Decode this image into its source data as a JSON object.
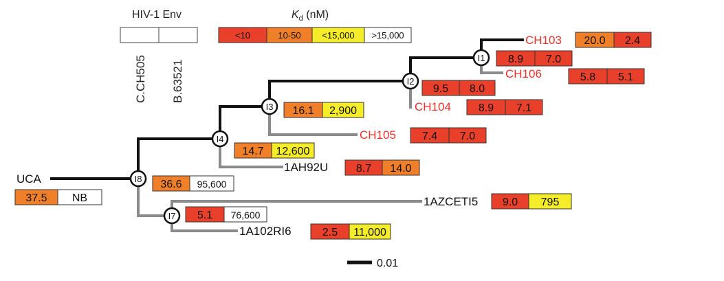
{
  "header": {
    "env_title": "HIV-1 Env",
    "env_labels": [
      "C.CH505",
      "B.63521"
    ],
    "kd_title_main": "K",
    "kd_title_sub": "d",
    "kd_title_unit": " (nM)"
  },
  "legend": [
    {
      "label": "<10",
      "color": "#e8402a"
    },
    {
      "label": "10-50",
      "color": "#f07f2a"
    },
    {
      "label": "<15,000",
      "color": "#f5ec2a"
    },
    {
      "label": ">15,000",
      "color": "#ffffff"
    }
  ],
  "nodes": {
    "I1": "I1",
    "I2": "I2",
    "I3": "I3",
    "I4": "I4",
    "I7": "I7",
    "I8": "I8"
  },
  "leaves": {
    "uca": "UCA",
    "ch103": "CH103",
    "ch106": "CH106",
    "ch104": "CH104",
    "ch105": "CH105",
    "ah92u": "1AH92U",
    "azceti5": "1AZCETI5",
    "a102ri6": "1A102RI6"
  },
  "kd_values": {
    "uca": [
      "37.5",
      "NB"
    ],
    "ch103": [
      "20.0",
      "2.4"
    ],
    "i1": [
      "8.9",
      "7.0"
    ],
    "ch106": [
      "5.8",
      "5.1"
    ],
    "i2": [
      "9.5",
      "8.0"
    ],
    "ch104": [
      "8.9",
      "7.1"
    ],
    "i3": [
      "16.1",
      "2,900"
    ],
    "ch105": [
      "7.4",
      "7.0"
    ],
    "i4": [
      "14.7",
      "12,600"
    ],
    "ah92u": [
      "8.7",
      "14.0"
    ],
    "i8": [
      "36.6",
      "95,600"
    ],
    "azceti5": [
      "9.0",
      "795"
    ],
    "i7": [
      "5.1",
      "76,600"
    ],
    "a102ri6": [
      "2.5",
      "11,000"
    ]
  },
  "scale_label": "0.01",
  "colors": {
    "red": "#e8402a",
    "orange": "#f07f2a",
    "yellow": "#f5ec2a",
    "white": "#ffffff",
    "leaf_red_text": "#e8322a",
    "branch_black": "#111111",
    "branch_gray": "#8a8a8a"
  }
}
